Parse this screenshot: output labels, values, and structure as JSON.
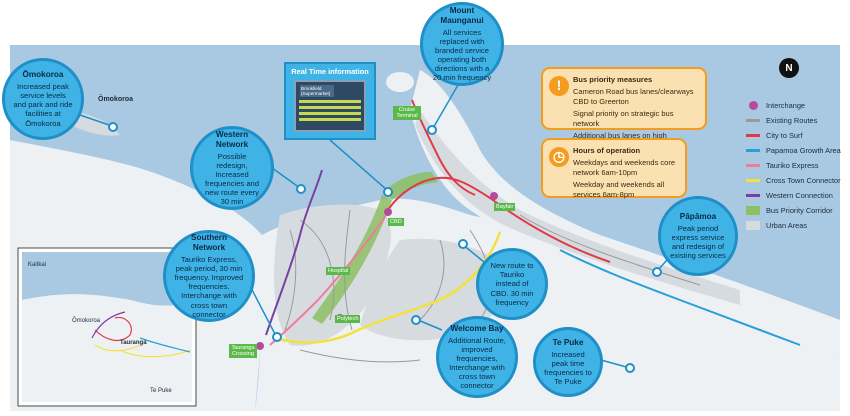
{
  "callouts": {
    "omokoroa": {
      "title": "Ōmokoroa",
      "body": "Increased peak service levels and park and ride facilities at Ōmokoroa"
    },
    "mount": {
      "title": "Mount Maunganui",
      "body": "All services replaced with branded service operating both directions with a 20 min frequency"
    },
    "western": {
      "title": "Western Network",
      "body": "Possible redesign, Increased frequencies and new route every 30 min"
    },
    "southern": {
      "title": "Southern Network",
      "body": "Tauriko Express, peak period, 30 min frequency. Improved frequencies. Interchange with cross town connector"
    },
    "new_route": {
      "title": "",
      "body": "New route to Tauriko instead of CBD. 30 min frequency"
    },
    "welcome": {
      "title": "Welcome Bay",
      "body": "Additional Route, improved frequencies, Interchange with cross town connector"
    },
    "tepuke": {
      "title": "Te Puke",
      "body": "Increased peak time frequencies to Te Puke"
    },
    "papamoa": {
      "title": "Pāpāmoa",
      "body": "Peak period express service and redesign of existing services"
    }
  },
  "panels": {
    "bus_priority": {
      "title": "Bus priority measures",
      "lines": [
        "Cameron Road bus lanes/clearways CBD to Greerton",
        "Signal priority on strategic bus network",
        "Additional bus lanes on high frequency routes"
      ]
    },
    "hours": {
      "title": "Hours of operation",
      "lines": [
        "Weekdays and weekends core network 6am-10pm",
        "Weekday and weekends all services 6am-8pm"
      ]
    }
  },
  "realtime": {
    "title": "Real Time information",
    "caption": "Brookfield (Supermarket)"
  },
  "legend": [
    {
      "label": "Interchange",
      "kind": "dot",
      "color": "#b64a9c"
    },
    {
      "label": "Existing Routes",
      "kind": "line",
      "color": "#9a9a9a"
    },
    {
      "label": "City to Surf",
      "kind": "line",
      "color": "#e23a44"
    },
    {
      "label": "Papamoa Growth Area",
      "kind": "line",
      "color": "#2a9fd8"
    },
    {
      "label": "Tauriko Express",
      "kind": "line",
      "color": "#ef7d9a"
    },
    {
      "label": "Cross Town Connector",
      "kind": "line",
      "color": "#f2e23e"
    },
    {
      "label": "Western Connection",
      "kind": "line",
      "color": "#7a3fa0"
    },
    {
      "label": "Bus Priority Corridor",
      "kind": "box",
      "color": "#8cc063"
    },
    {
      "label": "Urban Areas",
      "kind": "box",
      "color": "#d6dbe0"
    }
  ],
  "tags": {
    "cruise": "Cruise Terminal",
    "cbd": "CBD",
    "bayfair": "Bayfair",
    "hospital": "Hospital",
    "polytech": "Polytech",
    "crossing": "Tauranga Crossing"
  },
  "places": {
    "omokoroa_map": "Ōmokoroa",
    "kaitkai": "Kaitkai",
    "inset_omokoroa": "Ōmokoroa",
    "inset_tauranga": "Tauranga",
    "inset_tepuke": "Te Puke"
  },
  "colors": {
    "water": "#a9c9e2",
    "land": "#eef1f4",
    "urban": "#d6dbe0",
    "bubble": "#3fb3e6",
    "panel": "#fbe1b1"
  }
}
